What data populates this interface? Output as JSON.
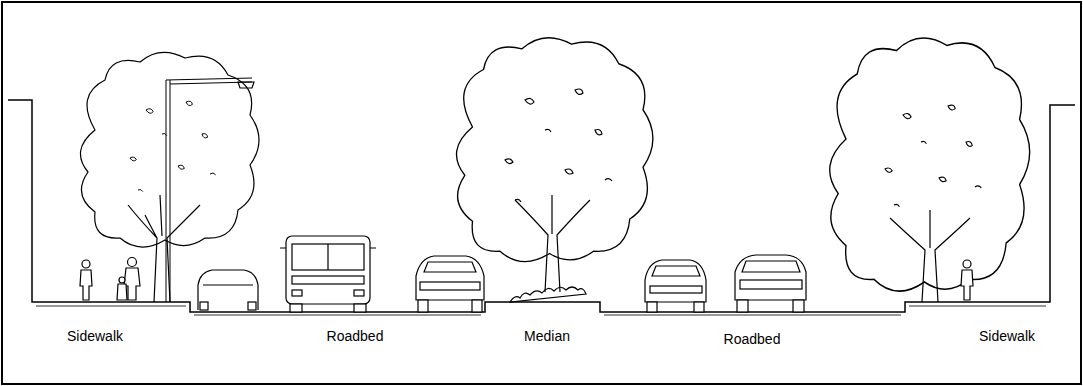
{
  "diagram": {
    "labels": [
      "Sidewalk",
      "Roadbed",
      "Median",
      "Roadbed",
      "Sidewalk"
    ]
  }
}
